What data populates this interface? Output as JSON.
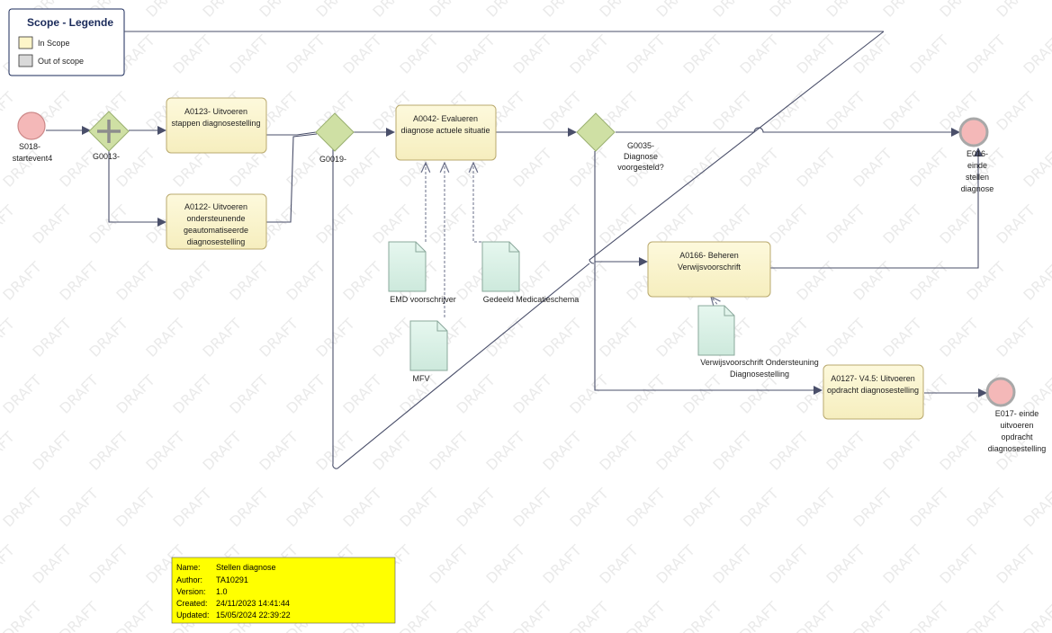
{
  "legend": {
    "title": "Scope - Legende",
    "items": [
      {
        "label": "In Scope",
        "color": "#fdf5c9"
      },
      {
        "label": "Out of scope",
        "color": "#d9d9d9"
      }
    ]
  },
  "watermark": "DRAFT",
  "events": {
    "start": {
      "line1": "S018-",
      "line2": "startevent4"
    },
    "end1": {
      "line1": "E016-",
      "line2": "einde",
      "line3": "stellen",
      "line4": "diagnose"
    },
    "end2": {
      "line1": "E017- einde",
      "line2": "uitvoeren",
      "line3": "opdracht",
      "line4": "diagnosestelling"
    }
  },
  "gateways": {
    "g0013": {
      "label": "G0013-"
    },
    "g0019": {
      "label": "G0019-"
    },
    "g0035": {
      "line1": "G0035-",
      "line2": "Diagnose",
      "line3": "voorgesteld?"
    }
  },
  "tasks": {
    "a0123": {
      "line1": "A0123- Uitvoeren",
      "line2": "stappen diagnosestelling"
    },
    "a0122": {
      "line1": "A0122- Uitvoeren",
      "line2": "ondersteunende",
      "line3": "geautomatiseerde",
      "line4": "diagnosestelling"
    },
    "a0042": {
      "line1": "A0042- Evalueren",
      "line2": "diagnose actuele situatie"
    },
    "a0166": {
      "line1": "A0166- Beheren",
      "line2": "Verwijsvoorschrift"
    },
    "a0127": {
      "line1": "A0127- V4.5: Uitvoeren",
      "line2": "opdracht diagnosestelling"
    }
  },
  "documents": {
    "emd": {
      "label": "EMD voorschrijver"
    },
    "gms": {
      "label": "Gedeeld Medicatieschema"
    },
    "mfv": {
      "label": "MFV"
    },
    "verwijs": {
      "line1": "Verwijsvoorschrift Ondersteuning",
      "line2": "Diagnosestelling"
    }
  },
  "metadata": {
    "rows": [
      {
        "key": "Name:",
        "value": "Stellen diagnose"
      },
      {
        "key": "Author:",
        "value": "TA10291"
      },
      {
        "key": "Version:",
        "value": "1.0"
      },
      {
        "key": "Created:",
        "value": "24/11/2023 14:41:44"
      },
      {
        "key": "Updated:",
        "value": "15/05/2024 22:39:22"
      }
    ],
    "background": "#ffff00"
  },
  "colors": {
    "event_fill": "#f4b8b8",
    "gateway_fill": "#cfe0a4",
    "task_fill": "#fbf6cf",
    "document_fill": "#dcf2e9"
  }
}
